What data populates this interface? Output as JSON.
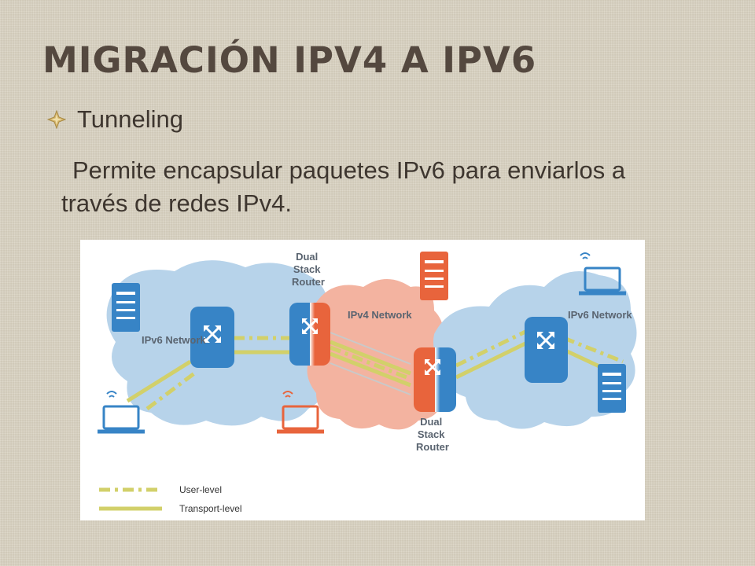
{
  "slide": {
    "title": "MIGRACIÓN IPV4 A IPV6",
    "bullet": "Tunneling",
    "body": "Permite encapsular paquetes IPv6 para enviarlos a través de redes IPv4."
  },
  "diagram": {
    "clouds": {
      "left": "IPv6 Network",
      "center": "IPv4 Network",
      "right": "IPv6 Network"
    },
    "router_labels": {
      "top": [
        "Dual",
        "Stack",
        "Router"
      ],
      "bottom": [
        "Dual",
        "Stack",
        "Router"
      ]
    },
    "legend": {
      "user_level": "User-level",
      "transport_level": "Transport-level"
    },
    "colors": {
      "ipv6_cloud": "#b7d3ea",
      "ipv4_cloud": "#f3b3a0",
      "router_blue": "#3784c6",
      "router_orange": "#e8643c",
      "link_yellow": "#d2d06a"
    }
  }
}
